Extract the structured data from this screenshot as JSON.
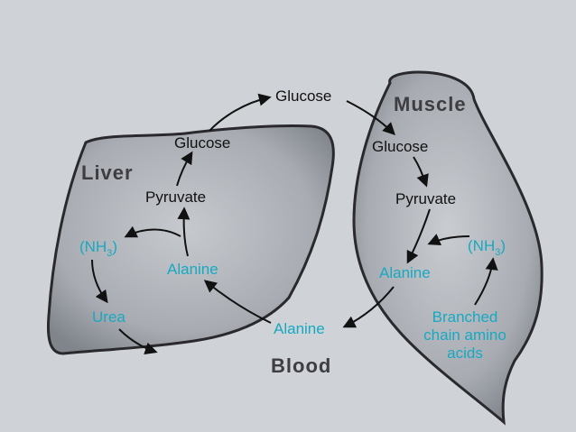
{
  "labels": {
    "liver": "Liver",
    "muscle": "Muscle",
    "blood": "Blood"
  },
  "nodes": {
    "glucose_top": "Glucose",
    "glucose_liver": "Glucose",
    "pyruvate_liver": "Pyruvate",
    "alanine_liver": "Alanine",
    "nh3_liver_pre": "(NH",
    "nh3_liver_sub": "3",
    "nh3_liver_post": ")",
    "urea": "Urea",
    "glucose_muscle": "Glucose",
    "pyruvate_muscle": "Pyruvate",
    "alanine_muscle": "Alanine",
    "nh3_muscle_pre": "(NH",
    "nh3_muscle_sub": "3",
    "nh3_muscle_post": ")",
    "bcaa_line1": "Branched",
    "bcaa_line2": "chain amino",
    "bcaa_line3": "acids",
    "alanine_blood": "Alanine"
  },
  "colors": {
    "background": "#cfd2d6",
    "organ_fill": "#9a9ea5",
    "organ_highlight": "#c9ccd1",
    "organ_outline": "#2a2a2e",
    "text_black": "#111111",
    "text_cyan": "#17a9c2",
    "label_dark": "#3d3d42",
    "arrow": "#111111"
  }
}
